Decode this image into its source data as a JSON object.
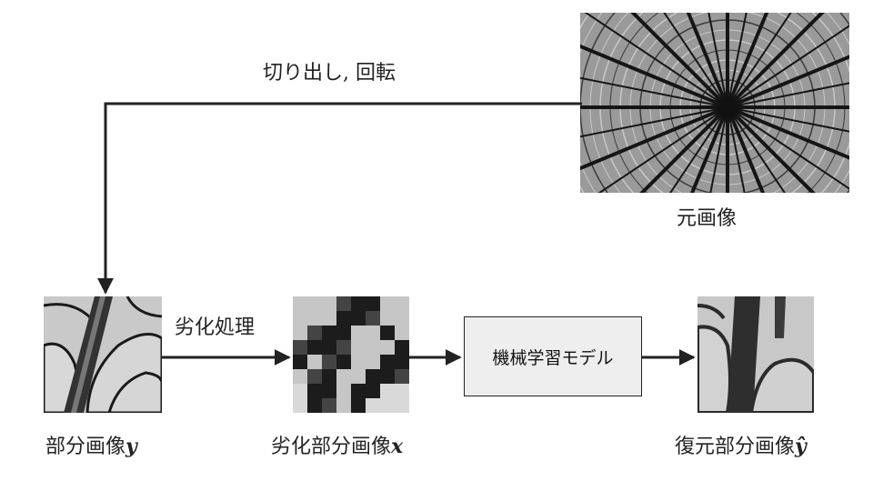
{
  "labels": {
    "crop_rotate": "切り出し, 回転",
    "original": "元画像",
    "degrade": "劣化処理",
    "model": "機械学習モデル",
    "partial": "部分画像",
    "partial_var": "y",
    "degraded": "劣化部分画像",
    "degraded_var": "x",
    "restored": "復元部分画像",
    "restored_var": "ŷ"
  },
  "colors": {
    "line": "#222222",
    "box_fill": "#eeeeee"
  }
}
